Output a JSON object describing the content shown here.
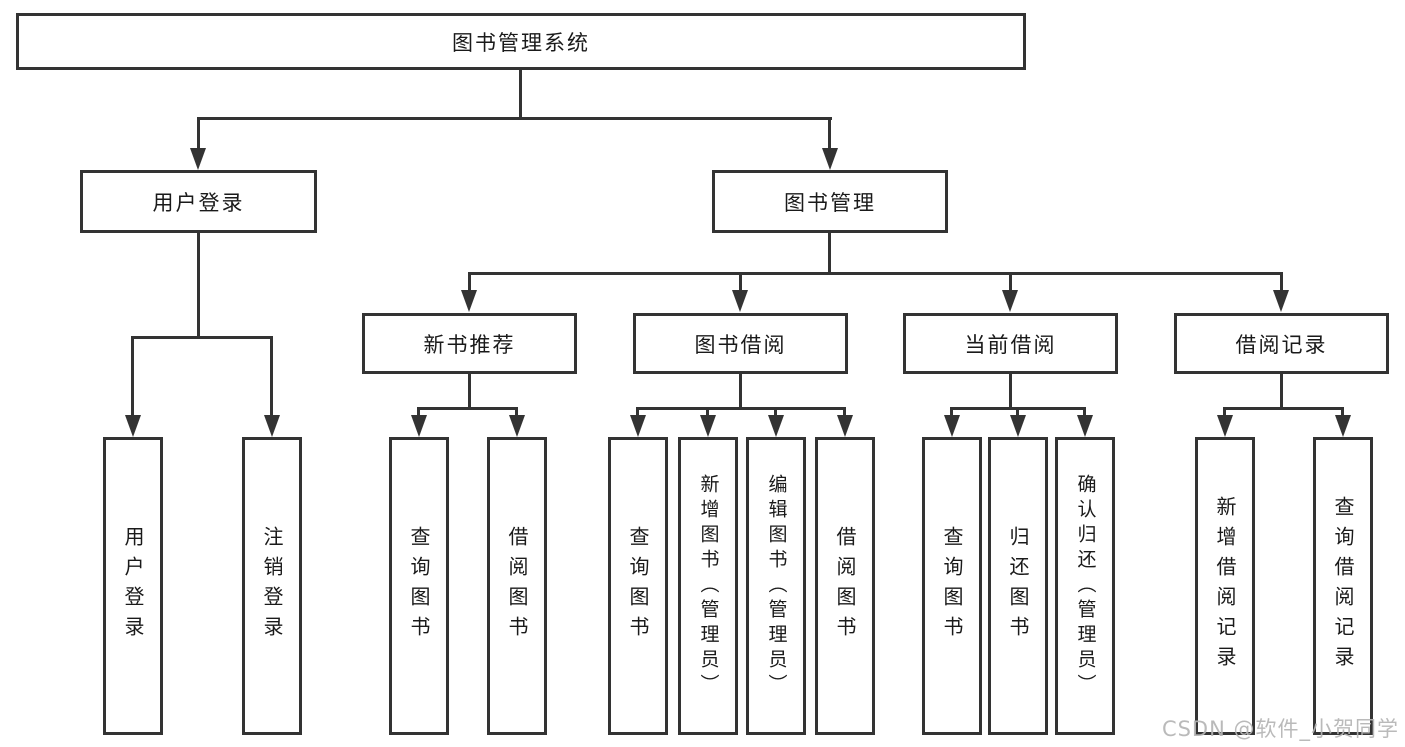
{
  "nodes": {
    "root": "图书管理系统",
    "level2": [
      "用户登录",
      "图书管理"
    ],
    "level3": [
      "新书推荐",
      "图书借阅",
      "当前借阅",
      "借阅记录"
    ],
    "level4": {
      "user_login": [
        "用户登录",
        "注销登录"
      ],
      "new_book": [
        "查询图书",
        "借阅图书"
      ],
      "book_borrow": [
        "查询图书",
        "新增图书（管理员）",
        "编辑图书（管理员）",
        "借阅图书"
      ],
      "current_borrow": [
        "查询图书",
        "归还图书",
        "确认归还（管理员）"
      ],
      "borrow_records": [
        "新增借阅记录",
        "查询借阅记录"
      ]
    }
  },
  "watermark": "CSDN @软件_小贺同学",
  "colors": {
    "line": "#333333",
    "box_border": "#333333",
    "box_fill": "#ffffff",
    "text": "#1a1a1a",
    "watermark": "#b5b5b5",
    "background": "#ffffff"
  }
}
